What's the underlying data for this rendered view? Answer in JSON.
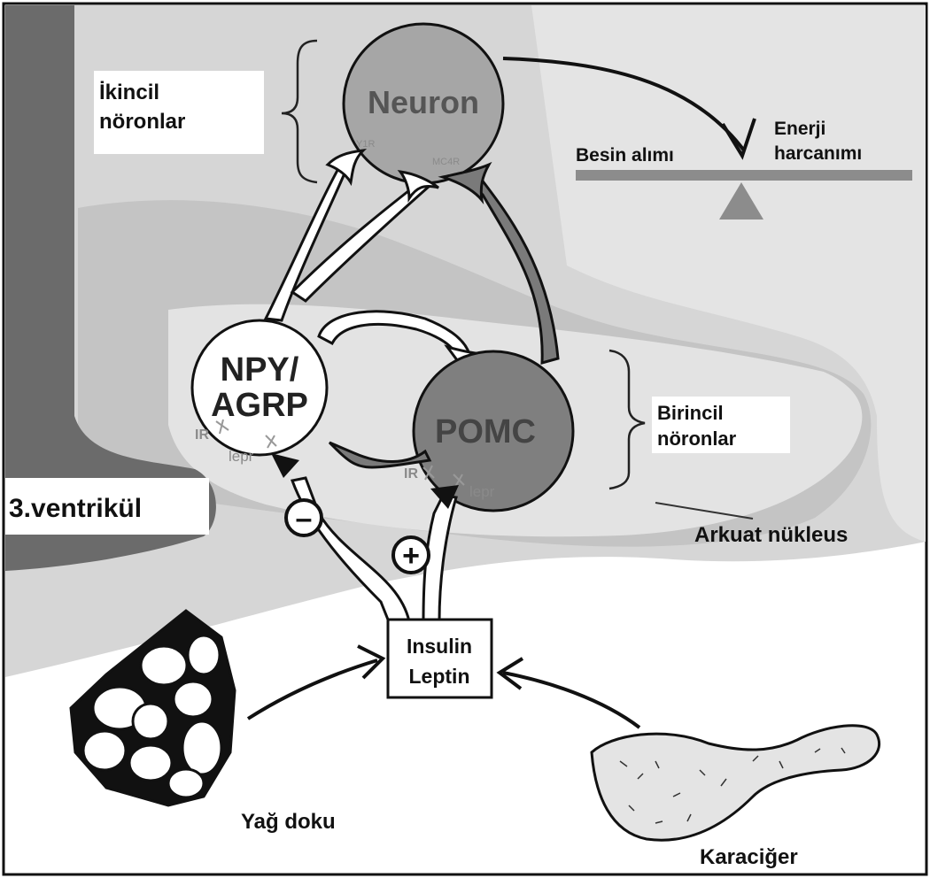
{
  "labels": {
    "secondary": [
      "İkincil",
      "nöronlar"
    ],
    "primary": [
      "Birincil",
      "nöronlar"
    ],
    "ventricle": "3.ventrikül",
    "arcuate": "Arkuat nükleus",
    "food_intake": "Besin alımı",
    "energy": [
      "Enerji",
      "harcanımı"
    ],
    "fat": "Yağ doku",
    "liver": "Karaciğer"
  },
  "cells": {
    "neuron": "Neuron",
    "npy": [
      "NPY/",
      "AGRP"
    ],
    "pomc": "POMC"
  },
  "receptors": {
    "ir_left": "IR",
    "lepr_left": "lepr",
    "ir_right": "IR",
    "lepr_right": "lepr"
  },
  "hormones": [
    "Insulin",
    "Leptin"
  ],
  "signs": {
    "minus": "–",
    "plus": "+"
  },
  "colors": {
    "outer": "#d9d9d9",
    "hypothalamus": "#bfbfbf",
    "arcuate_region": "#e6e6e6",
    "ventricle": "#6e6e6e",
    "neuron_fill": "#a6a6a6",
    "pomc_fill": "#7f7f7f"
  }
}
